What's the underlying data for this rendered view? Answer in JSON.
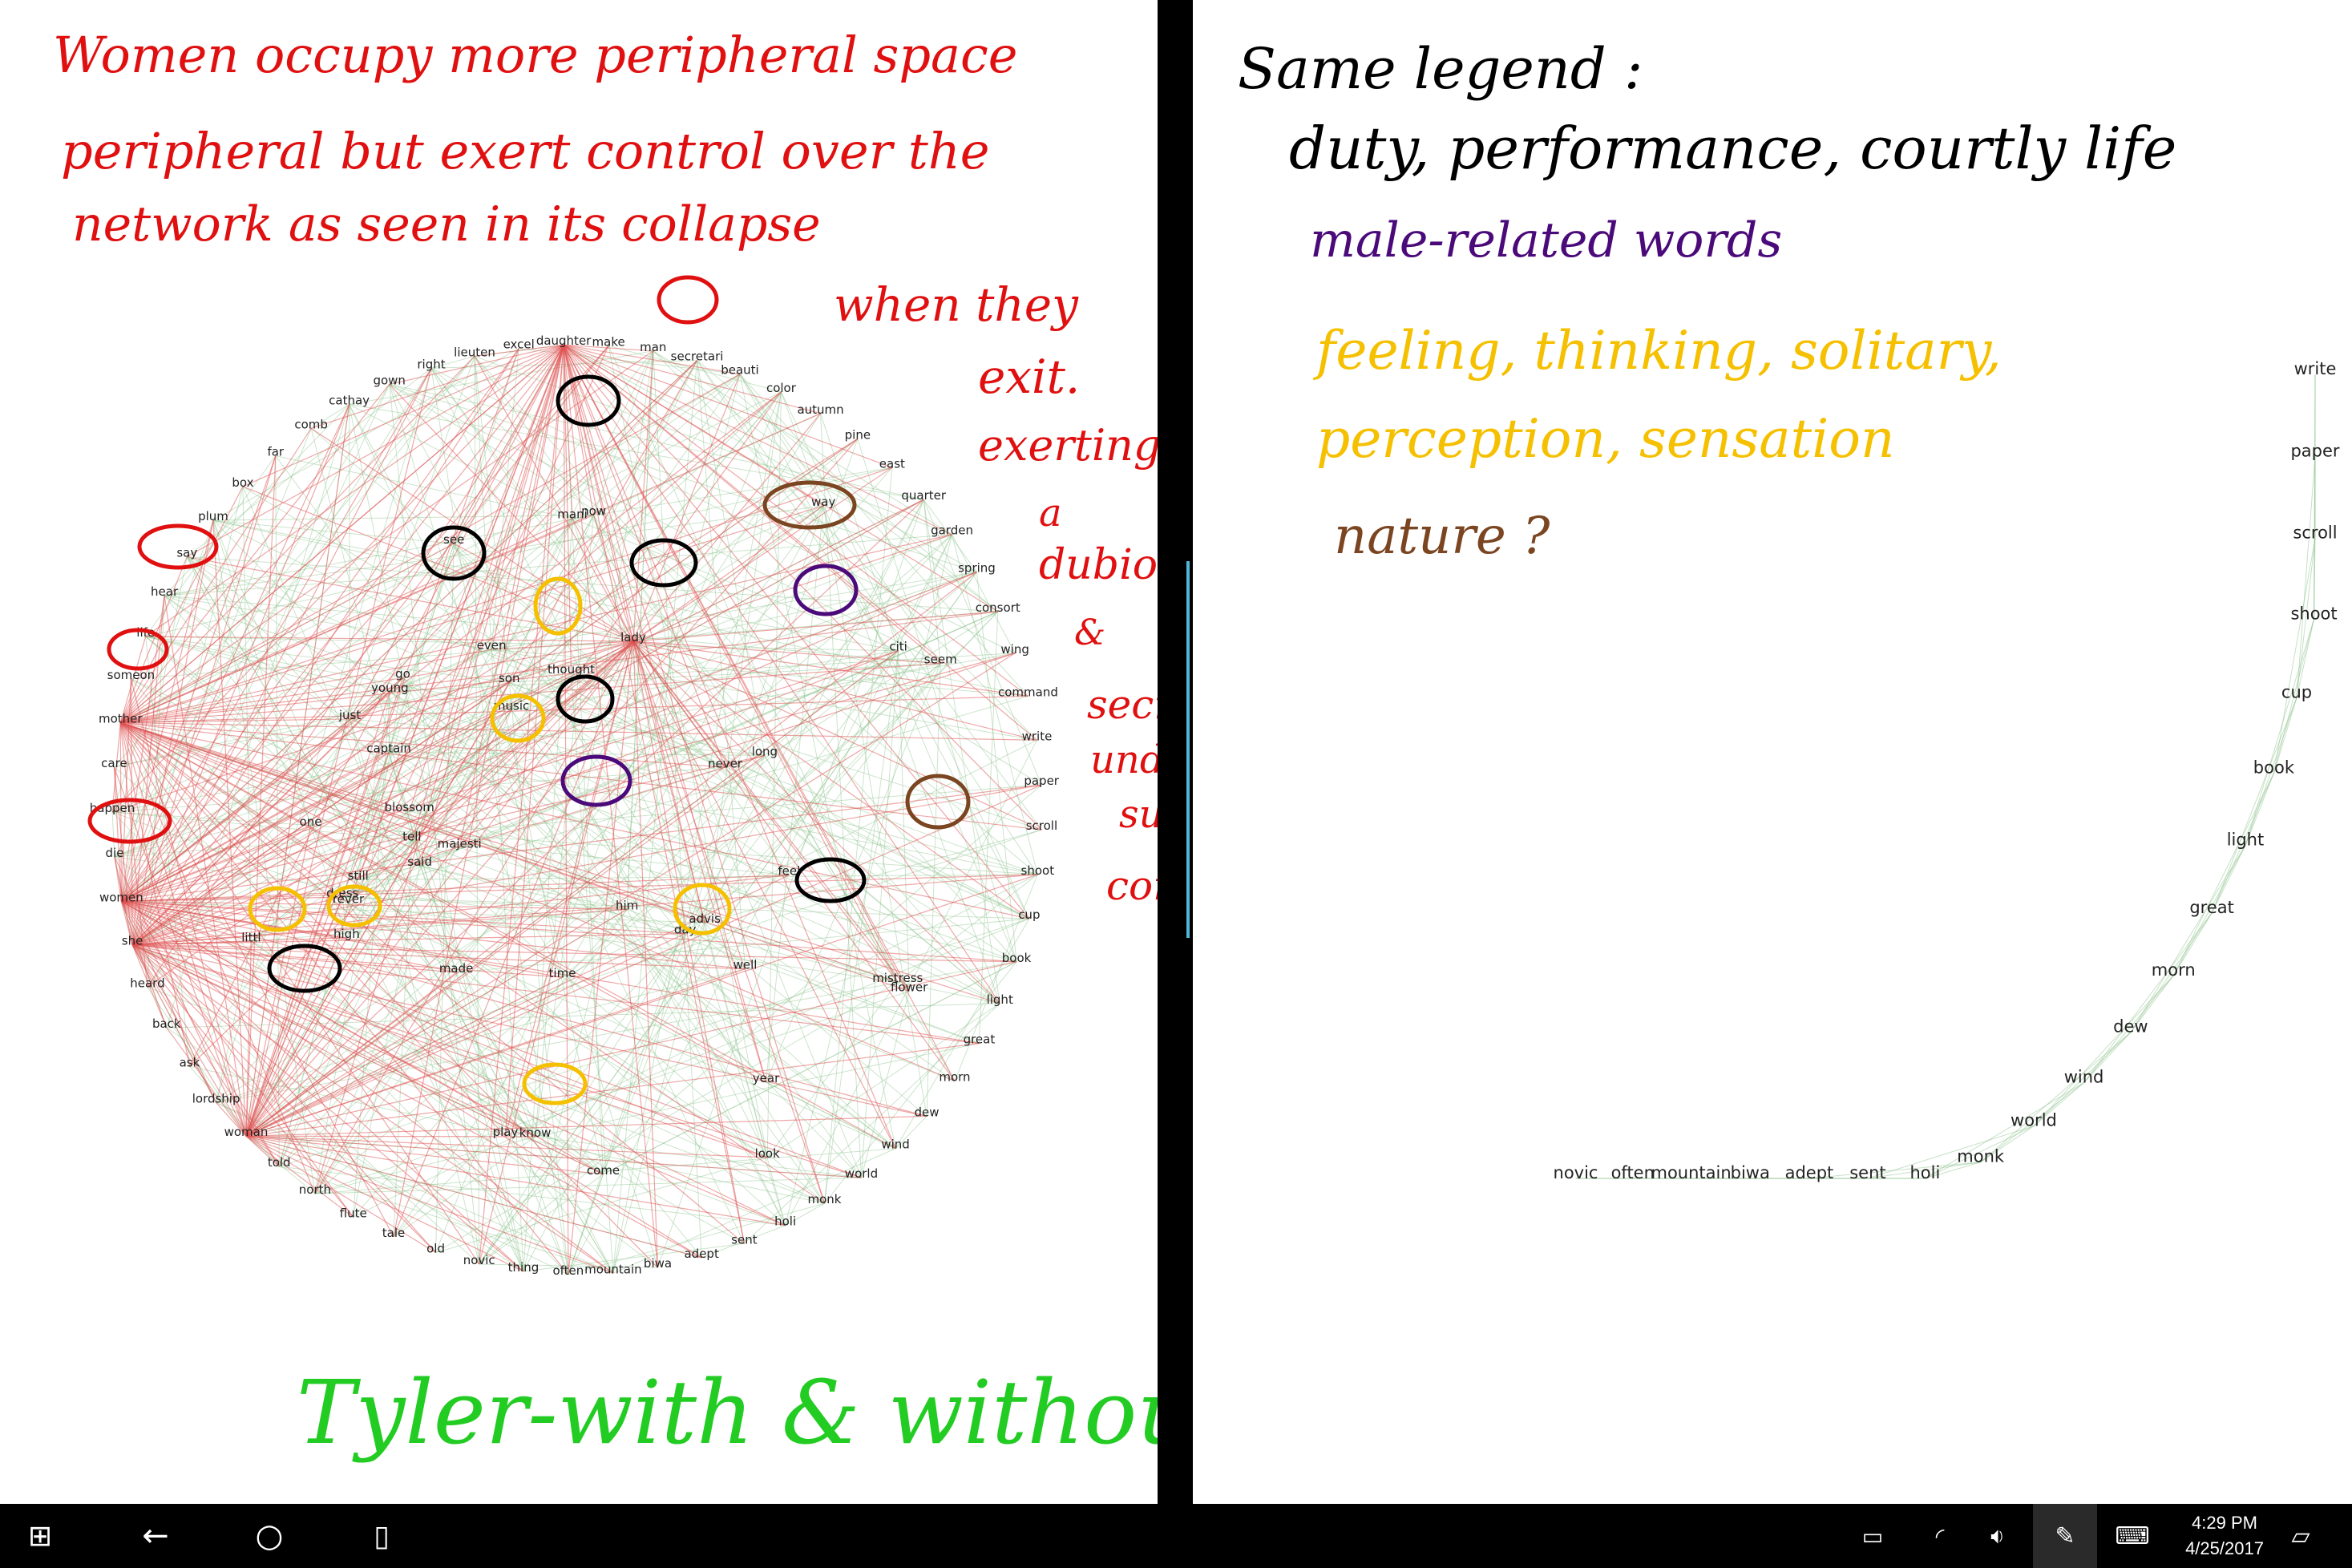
{
  "left_notes": {
    "line1": "Women occupy more peripheral space",
    "line2": "peripheral but exert control over the",
    "line3": "network as seen in its collapse",
    "line4": "when they",
    "line5": "exit.",
    "line6": "exerting",
    "line7": "a",
    "line8": "dubious",
    "line9": "&",
    "line10": "secretive,",
    "line11": "under-the-",
    "line12": "surface",
    "line13": "control?",
    "bottom": "Tyler-with & without womenwords"
  },
  "right_notes": {
    "legend_title": "Same legend :",
    "legend_black": "duty, performance, courtly life",
    "legend_purple": "male-related words",
    "legend_yellow1": "feeling, thinking, solitary,",
    "legend_yellow2": "perception, sensation",
    "legend_brown": "nature ?"
  },
  "colors": {
    "red_ink": "#e01010",
    "black_ink": "#000000",
    "purple_ink": "#4b0a7a",
    "yellow_ink": "#f5c000",
    "brown_ink": "#7a4520",
    "green_ink": "#22cc22",
    "edge_green": "#8fc48f",
    "edge_red": "#e05050"
  },
  "network_left": {
    "center": "lady",
    "outer_nodes": [
      "write",
      "paper",
      "scroll",
      "shoot",
      "cup",
      "book",
      "light",
      "great",
      "morn",
      "dew",
      "wind",
      "world",
      "monk",
      "holi",
      "sent",
      "adept",
      "biwa",
      "mountain",
      "often",
      "thing",
      "novic",
      "old",
      "tale",
      "flute",
      "north",
      "told",
      "woman",
      "lordship",
      "ask",
      "back",
      "heard",
      "she",
      "women",
      "die",
      "happen",
      "care",
      "mother",
      "someon",
      "life",
      "hear",
      "say",
      "plum",
      "box",
      "far",
      "comb",
      "cathay",
      "gown",
      "right",
      "lieuten",
      "excel",
      "daughter",
      "make",
      "man",
      "secretari",
      "beauti",
      "color",
      "autumn",
      "pine",
      "east",
      "quarter",
      "garden",
      "spring",
      "consort",
      "wing",
      "command"
    ],
    "inner_nodes": [
      "one",
      "advis",
      "dress",
      "mistress",
      "young",
      "play",
      "music",
      "blossom",
      "son",
      "just",
      "him",
      "seem",
      "well",
      "never",
      "high",
      "even",
      "look",
      "said",
      "captain",
      "year",
      "made",
      "flower",
      "come",
      "tell",
      "go",
      "now",
      "day",
      "majesti",
      "feel",
      "see",
      "long",
      "rever",
      "littl",
      "still",
      "time",
      "thought",
      "know",
      "way",
      "citi",
      "mani"
    ]
  },
  "network_right": {
    "nodes": [
      "write",
      "paper",
      "scroll",
      "shoot",
      "cup",
      "book",
      "light",
      "great",
      "morn",
      "dew",
      "wind",
      "world",
      "monk",
      "holi",
      "sent",
      "adept",
      "biwa",
      "mountain",
      "often",
      "novic"
    ]
  },
  "taskbar": {
    "time": "4:29 PM",
    "date": "4/25/2017"
  }
}
